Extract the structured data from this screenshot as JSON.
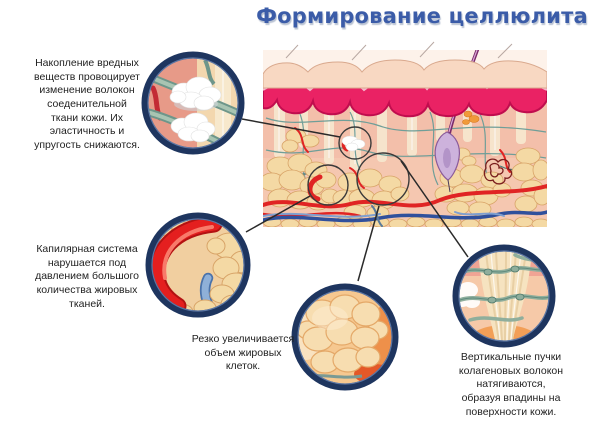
{
  "title": "Формирование целлюлита",
  "notes": {
    "harmful_substances": "Накопление вредных\nвеществ провоцирует\nизменение волокон\nсоеденительной\nткани кожи. Их\nэластичность и\nупругость снижаются.",
    "capillary_system": "Капилярная система\nнарушается под\nдавлением большого\nколичества жировых\nтканей.",
    "fat_cells": "Резко увеличивается\nобъем жировых\nклеток.",
    "collagen_bundles": "Вертикальные пучки\nколагеновых волокон\nнатягиваются,\nобразуя впадины на\nповерхности кожи."
  },
  "colors": {
    "bg": "#ffffff",
    "title-blue": "#3b5ca8",
    "text-dark": "#1f1f1f",
    "ring-navy": "#1e355f",
    "leader-line": "#2a2a2a",
    "skin-pink": "#ea2264",
    "skin-pink-edge": "#c00d4e",
    "skin-surface": "#f8d8c2",
    "fat-cream": "#f4d9a4",
    "fat-outline": "#d8a468",
    "vessel-red": "#e02424",
    "vessel-blue": "#30509c",
    "capillary-teal": "#6f9e98",
    "hair-purple": "#7a2a6a",
    "bulb-lavender": "#cdb2dc",
    "cloud-white": "#ffffff"
  }
}
